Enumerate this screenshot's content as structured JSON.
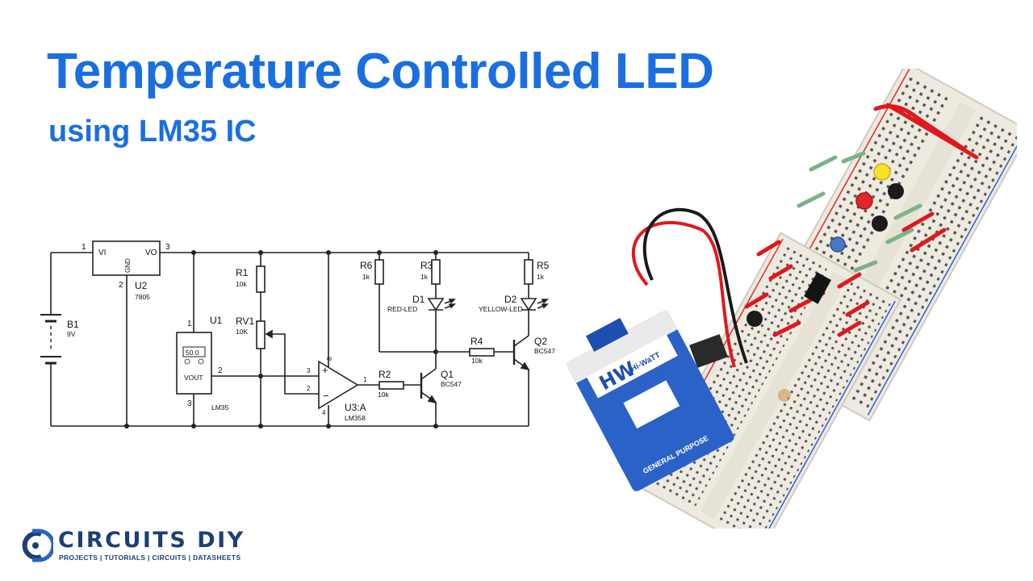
{
  "title": "Temperature Controlled LED",
  "subtitle": "using LM35 IC",
  "colors": {
    "accent": "#1a6fe0",
    "brand": "#1c3f76",
    "wire_red": "#e0181c",
    "led_red": "#e3262a",
    "led_yellow": "#f5e32a"
  },
  "schematic": {
    "regulator": {
      "ref": "U2",
      "part": "7805",
      "pin_in": "VI",
      "pin_out": "VO",
      "pin_gnd": "GND",
      "pin1": "1",
      "pin2": "2",
      "pin3": "3"
    },
    "battery": {
      "ref": "B1",
      "value": "9V"
    },
    "sensor": {
      "ref": "U1",
      "part": "LM35",
      "display": "50.0",
      "out": "VOUT",
      "pin1": "1",
      "pin2": "2",
      "pin3": "3"
    },
    "r1": {
      "ref": "R1",
      "value": "10k"
    },
    "rv1": {
      "ref": "RV1",
      "value": "10K"
    },
    "opamp": {
      "ref": "U3:A",
      "part": "LM358",
      "plus": "+",
      "minus": "−",
      "pin8": "8",
      "pin4": "4",
      "pin3": "3",
      "pin2": "2",
      "pin1": "1"
    },
    "r6": {
      "ref": "R6",
      "value": "1k"
    },
    "r3": {
      "ref": "R3",
      "value": "1k"
    },
    "r5": {
      "ref": "R5",
      "value": "1k"
    },
    "d1": {
      "ref": "D1",
      "type": "RED-LED"
    },
    "d2": {
      "ref": "D2",
      "type": "YELLOW-LED"
    },
    "r2": {
      "ref": "R2",
      "value": "10k"
    },
    "r4": {
      "ref": "R4",
      "value": "10k"
    },
    "q1": {
      "ref": "Q1",
      "part": "BC547"
    },
    "q2": {
      "ref": "Q2",
      "part": "BC547"
    }
  },
  "battery_photo": {
    "brand": "HW",
    "brand_sub": "Hi-WaTT",
    "type": "GENERAL PURPOSE"
  },
  "logo": {
    "brand": "CIRCUITS DIY",
    "tagline": "PROJECTS | TUTORIALS | CIRCUITS | DATASHEETS"
  }
}
